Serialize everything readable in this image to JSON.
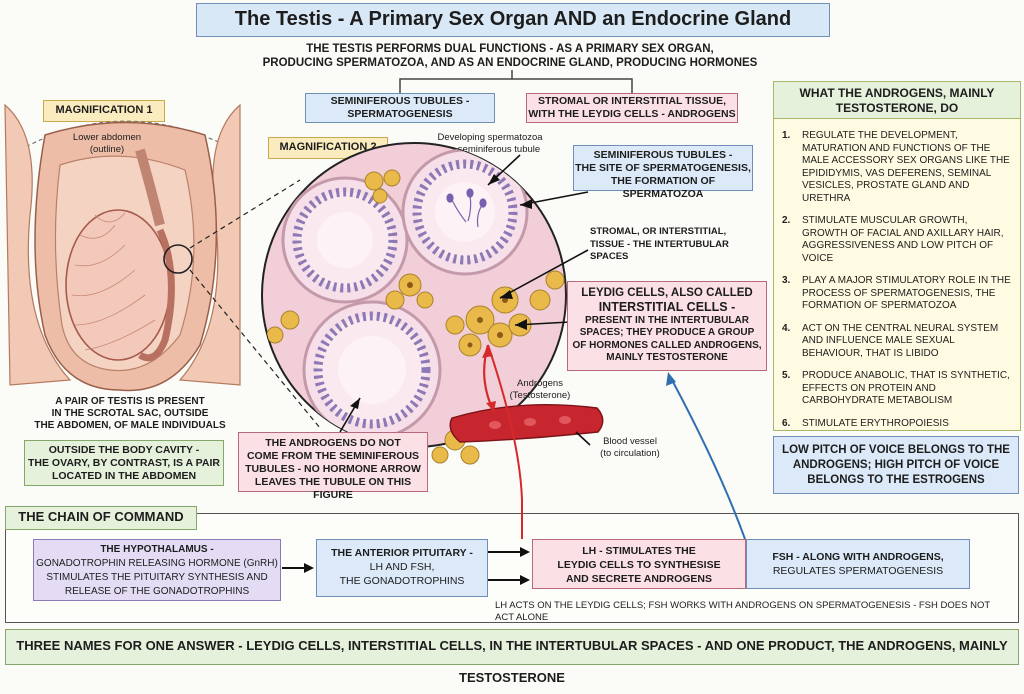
{
  "title": "The Testis - A Primary Sex Organ AND an Endocrine Gland",
  "subtitle_line1": "THE TESTIS PERFORMS DUAL FUNCTIONS - AS A PRIMARY SEX ORGAN,",
  "subtitle_line2": "PRODUCING SPERMATOZOA, AND AS AN ENDOCRINE GLAND, PRODUCING HORMONES",
  "branch_left_1": "SEMINIFEROUS TUBULES -",
  "branch_left_2": "SPERMATOGENESIS",
  "branch_right_1": "STROMAL OR INTERSTITIAL TISSUE,",
  "branch_right_2": "WITH THE LEYDIG CELLS - ANDROGENS",
  "mag1": "MAGNIFICATION 1",
  "mag2": "MAGNIFICATION 2",
  "lower_abdomen_1": "Lower abdomen",
  "lower_abdomen_2": "(outline)",
  "pair_1": "A PAIR OF TESTIS IS PRESENT",
  "pair_2": "IN THE SCROTAL SAC, OUTSIDE",
  "pair_3": "THE ABDOMEN, OF MALE INDIVIDUALS",
  "outside_1": "OUTSIDE THE BODY CAVITY -",
  "outside_2": "THE OVARY, BY CONTRAST, IS A PAIR",
  "outside_3": "LOCATED IN THE ABDOMEN",
  "developing_1": "Developing spermatozoa",
  "developing_2": "in a seminiferous tubule",
  "semi_1": "SEMINIFEROUS TUBULES -",
  "semi_2": "THE SITE OF SPERMATOGENESIS,",
  "semi_3": "THE FORMATION OF SPERMATOZOA",
  "stromal_1": "STROMAL, OR INTERSTITIAL,",
  "stromal_2": "TISSUE - THE INTERTUBULAR",
  "stromal_3": "SPACES",
  "leydig_1": "LEYDIG CELLS, ALSO CALLED",
  "leydig_2": "INTERSTITIAL CELLS -",
  "leydig_3": "PRESENT IN THE INTERTUBULAR",
  "leydig_4": "SPACES; THEY PRODUCE A GROUP",
  "leydig_5": "OF HORMONES CALLED ANDROGENS,",
  "leydig_6": "MAINLY TESTOSTERONE",
  "androgens_label_1": "Androgens",
  "androgens_label_2": "(Testosterone)",
  "blood_1": "Blood vessel",
  "blood_2": "(to circulation)",
  "notube_1": "THE ANDROGENS DO NOT",
  "notube_2": "COME FROM THE SEMINIFEROUS",
  "notube_3": "TUBULES - NO HORMONE ARROW",
  "notube_4": "LEAVES THE TUBULE ON THIS FIGURE",
  "androgen_panel_title_1": "WHAT THE ANDROGENS, MAINLY",
  "androgen_panel_title_2": "TESTOSTERONE, DO",
  "functions": [
    {
      "num": "1.",
      "text": "REGULATE THE DEVELOPMENT, MATURATION AND FUNCTIONS OF THE MALE ACCESSORY SEX ORGANS LIKE THE EPIDIDYMIS, VAS DEFERENS, SEMINAL VESICLES, PROSTATE GLAND AND URETHRA"
    },
    {
      "num": "2.",
      "text": "STIMULATE MUSCULAR GROWTH, GROWTH OF FACIAL AND AXILLARY HAIR, AGGRESSIVENESS AND LOW PITCH OF VOICE"
    },
    {
      "num": "3.",
      "text": "PLAY A MAJOR STIMULATORY ROLE IN THE PROCESS OF SPERMATOGENESIS, THE FORMATION OF SPERMATOZOA"
    },
    {
      "num": "4.",
      "text": "ACT ON THE CENTRAL NEURAL SYSTEM AND INFLUENCE MALE SEXUAL BEHAVIOUR, THAT IS LIBIDO"
    },
    {
      "num": "5.",
      "text": "PRODUCE ANABOLIC, THAT IS SYNTHETIC, EFFECTS ON PROTEIN AND CARBOHYDRATE METABOLISM"
    },
    {
      "num": "6.",
      "text": "STIMULATE ERYTHROPOIESIS"
    }
  ],
  "voice_1": "LOW PITCH OF VOICE BELONGS TO THE",
  "voice_2": "ANDROGENS; HIGH PITCH OF VOICE",
  "voice_3": "BELONGS TO THE ESTROGENS",
  "chain_title": "THE CHAIN OF COMMAND",
  "hypo_1": "THE HYPOTHALAMUS -",
  "hypo_2": "GONADOTROPHIN RELEASING HORMONE (GnRH)",
  "hypo_3": "STIMULATES THE PITUITARY SYNTHESIS AND",
  "hypo_4": "RELEASE OF THE GONADOTROPHINS",
  "pit_1": "THE ANTERIOR PITUITARY -",
  "pit_2": "LH AND FSH,",
  "pit_3": "THE GONADOTROPHINS",
  "lh_1": "LH - STIMULATES THE",
  "lh_2": "LEYDIG CELLS TO SYNTHESISE",
  "lh_3": "AND SECRETE ANDROGENS",
  "fsh_1": "FSH - ALONG WITH ANDROGENS,",
  "fsh_2": "REGULATES SPERMATOGENESIS",
  "chain_note": "LH ACTS ON THE LEYDIG CELLS; FSH WORKS WITH ANDROGENS ON SPERMATOGENESIS - FSH DOES NOT ACT ALONE",
  "bottom": "THREE NAMES FOR ONE ANSWER -  LEYDIG CELLS, INTERSTITIAL CELLS, IN THE INTERTUBULAR SPACES - AND ONE PRODUCT, THE ANDROGENS, MAINLY TESTOSTERONE",
  "colors": {
    "lh_arrow": "#d62a2a",
    "fsh_arrow": "#2f6fb0",
    "tubule": "#f6d9e6",
    "leydig": "#e9b949"
  }
}
